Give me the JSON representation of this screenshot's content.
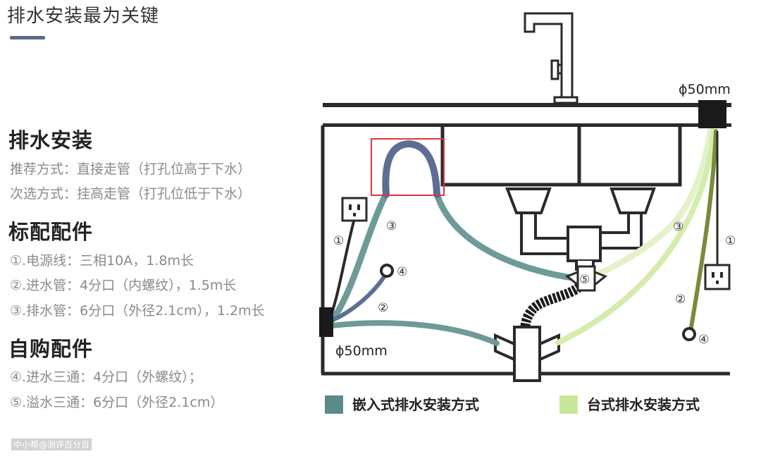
{
  "title": "排水安装最为关键",
  "left": {
    "section1": {
      "heading": "排水安装",
      "lines": [
        "推荐方式：直接走管（打孔位高于下水）",
        "次选方式：挂高走管（打孔位低于下水）"
      ]
    },
    "section2": {
      "heading": "标配配件",
      "lines": [
        "①.电源线：三相10A，1.8m长",
        "②.进水管：4分口（内螺纹），1.5m长",
        "③.排水管：6分口（外径2.1cm），1.2m长"
      ]
    },
    "section3": {
      "heading": "自购配件",
      "lines": [
        "④.进水三通：4分口（外螺纹）；",
        "⑤.溢水三通：6分口（外径2.1cm）"
      ]
    }
  },
  "diagram": {
    "top_pipe_label": "ϕ50mm",
    "bottom_pipe_label": "ϕ50mm",
    "markers": {
      "left_1": "①",
      "left_2": "②",
      "left_3": "③",
      "left_4": "④",
      "center_5": "⑤",
      "right_1": "①",
      "right_2": "②",
      "right_3": "③",
      "right_4": "④"
    },
    "legend": [
      {
        "label": "嵌入式排水安装方式",
        "color": "#5b8a8a"
      },
      {
        "label": "台式排水安装方式",
        "color": "#c9e79b"
      }
    ],
    "colors": {
      "cabinet": "#222222",
      "embedded_pipe": "#6e9a98",
      "countertop_pipe": "#d4ecad",
      "inlet_pipe": "#5d6d93",
      "highlight_box": "#d9383a",
      "drain_hose": "#1c1c1c"
    }
  },
  "watermark": "中小帮@测评百分百"
}
